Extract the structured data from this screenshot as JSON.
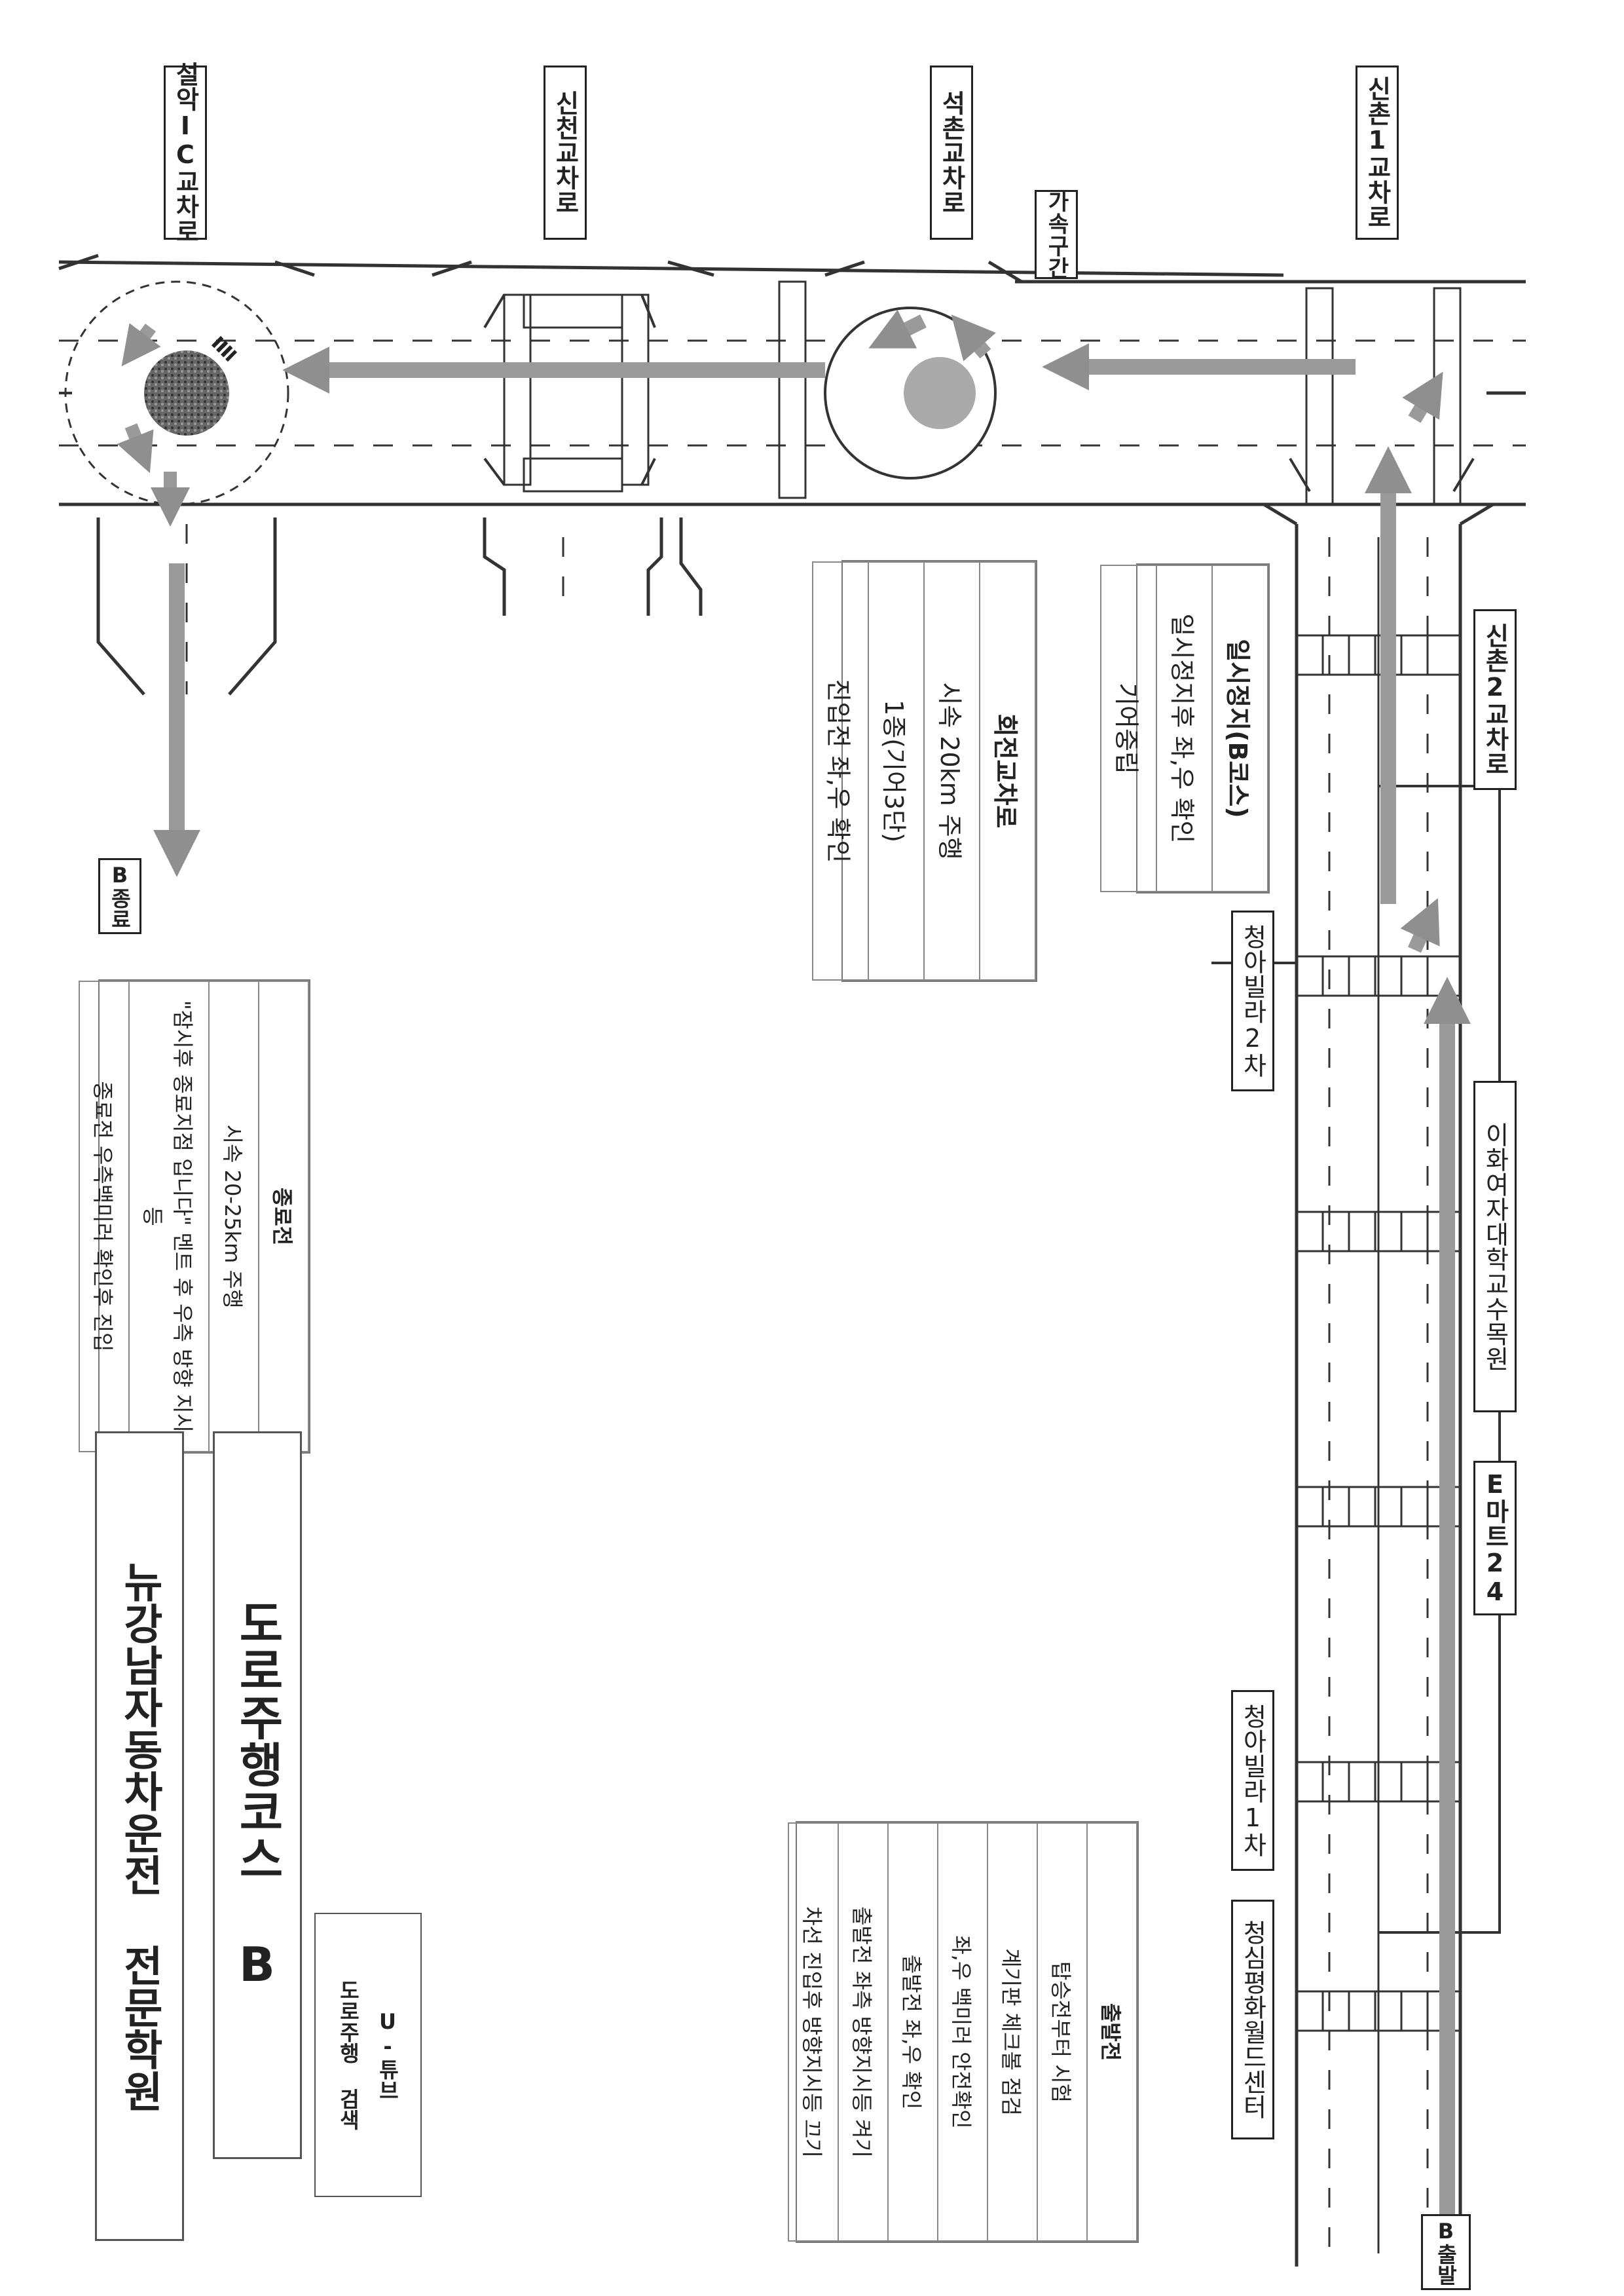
{
  "labels": {
    "sinchon1": "신촌1교차로",
    "sinchon2": "신촌2교차로",
    "seokchon": "석촌교차로",
    "sincheon": "신천교차로",
    "seorak": "설악IC교차로",
    "accel": "가속구간",
    "cheonga2": "청아빌라2차",
    "ewha": "이화여자대학교수목원",
    "emart": "E마트24",
    "cheonga1": "청아빌라1차",
    "cheongsim": "청심평화월드센터",
    "start": "B출발",
    "end": "B종료"
  },
  "notes": {
    "stop": {
      "title": "일시정지(B코스)",
      "lines": [
        "일시정지후 좌,우 확인",
        "기어중립"
      ]
    },
    "rotary": {
      "title": "회전교차로",
      "lines": [
        "시속 20km 주행",
        "1종(기어3단)",
        "진입전 좌,우 확인"
      ]
    },
    "before_end": {
      "title": "종료전",
      "lines": [
        "시속 20-25km 주행",
        "\"잠시후 종료지점 입니다\" 멘트 후 우측 방향 지시등",
        "종료전 우측백미러 확인후 진입"
      ]
    },
    "before_start": {
      "title": "출발전",
      "lines": [
        "탑승전부터 시험",
        "계기판 체크볼 점검",
        "좌,우 백미러 안전확인",
        "출발전 좌,우 확인",
        "출발전 좌측 방향지시등 켜기",
        "차선 진입후 방향지시등 끄기"
      ]
    }
  },
  "title": {
    "course": "도로주행코스 B",
    "academy": "뉴강남자동차운전 전문학원",
    "youtube_line1": "U-튜브",
    "youtube_line2": "도로주행 검색"
  },
  "colors": {
    "arrow": "#9a9a9a",
    "road": "#333333",
    "stone": "#555555"
  }
}
